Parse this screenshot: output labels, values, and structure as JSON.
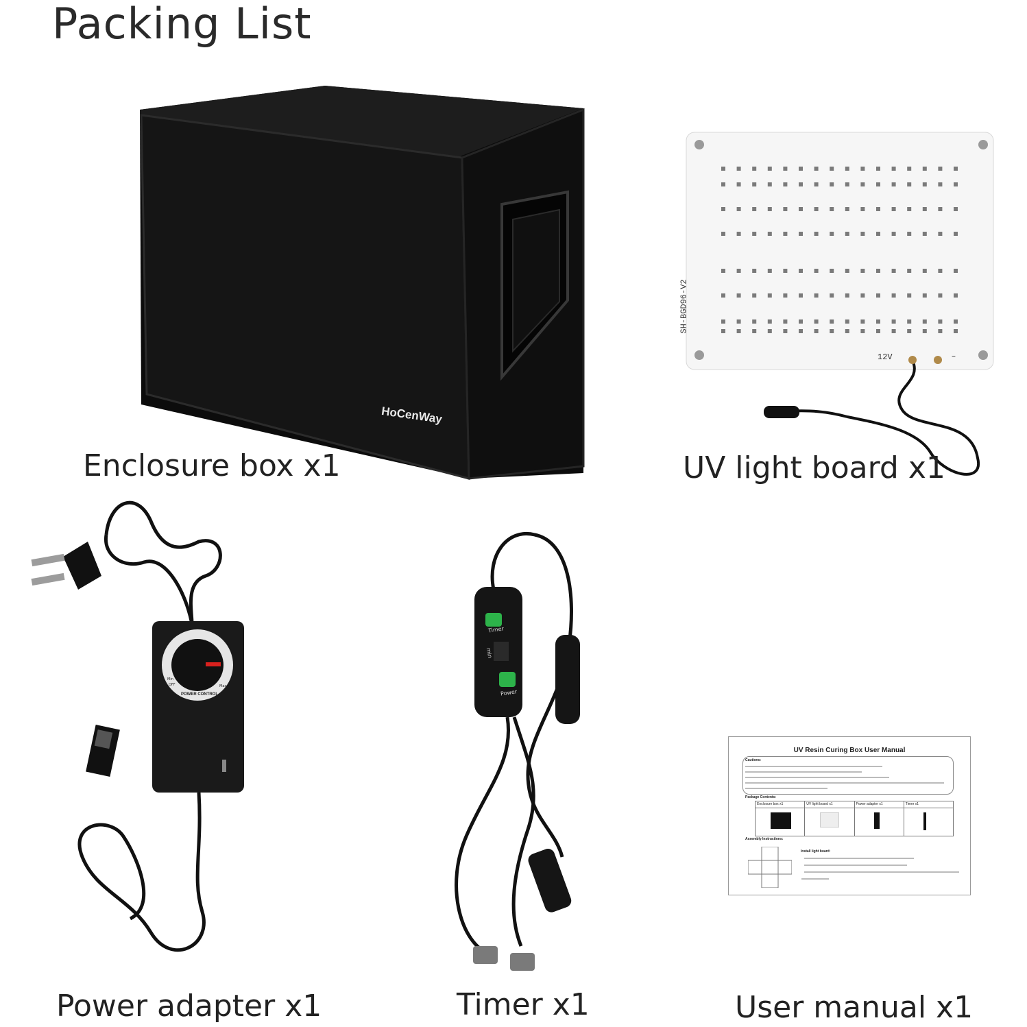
{
  "page": {
    "title": "Packing List"
  },
  "items": [
    {
      "caption": "Enclosure box x1"
    },
    {
      "caption": "UV light board x1"
    },
    {
      "caption": "Power adapter x1"
    },
    {
      "caption": "Timer x1"
    },
    {
      "caption": "User manual x1"
    }
  ],
  "enclosure": {
    "brand": "HoCenWay"
  },
  "uv_board": {
    "model": "SH-BGD96-V2",
    "voltage": "12V",
    "minus": "–"
  },
  "adapter": {
    "dial_label": "POWER CONTROL",
    "min": "Min",
    "off": "OFF",
    "max": "Max"
  },
  "timer": {
    "timer_label": "Timer",
    "power_label": "Power",
    "unit": "min"
  },
  "manual": {
    "title": "UV Resin Curing Box  User Manual",
    "cautions_label": "Cautions:",
    "package_label": "Package Contents:",
    "package_items": [
      "Enclosure box x1",
      "UV light board x1",
      "Power adapter x1",
      "Timer x1"
    ],
    "assembly_label": "Assembly Instructions:",
    "install_label": "Install  light board:"
  },
  "colors": {
    "background": "#ffffff",
    "enclosure": "#141414",
    "timer_button": "#2db34a",
    "dial_indicator": "#d9211e"
  }
}
